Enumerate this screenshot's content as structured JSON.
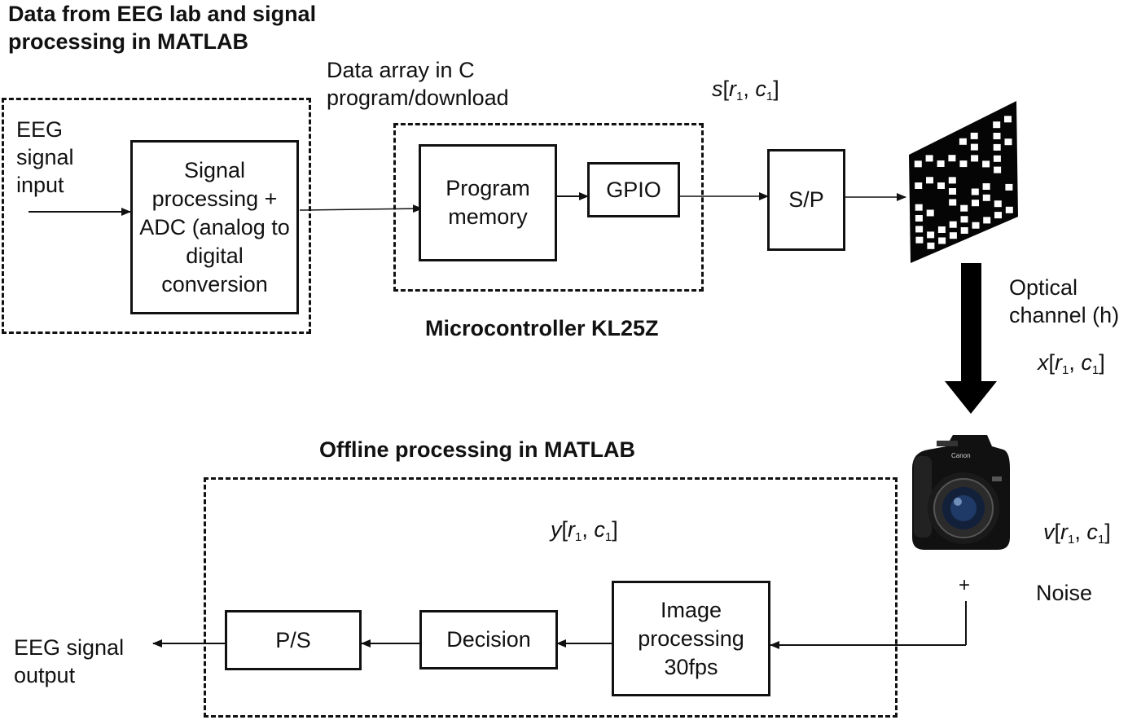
{
  "headings": {
    "eeg_lab": "Data from EEG lab and signal processing in MATLAB",
    "microcontroller": "Microcontroller KL25Z",
    "offline": "Offline processing in MATLAB"
  },
  "labels": {
    "eeg_input": "EEG signal input",
    "data_array": "Data array in C program/download",
    "optical_channel": "Optical channel (h)",
    "noise": "Noise",
    "plus": "+",
    "eeg_output": "EEG signal output"
  },
  "blocks": {
    "signal_processing": "Signal processing + ADC (analog to digital conversion",
    "program_memory": "Program memory",
    "gpio": "GPIO",
    "sp": "S/P",
    "image_processing": "Image processing 30fps",
    "decision": "Decision",
    "ps": "P/S"
  },
  "variables": {
    "s": {
      "sym": "s",
      "r": "r",
      "rsub": "1",
      "c": "c",
      "csub": "1"
    },
    "x": {
      "sym": "x",
      "r": "r",
      "rsub": "1",
      "c": "c",
      "csub": "1"
    },
    "v": {
      "sym": "v",
      "r": "r",
      "rsub": "1",
      "c": "c",
      "csub": "1"
    },
    "y": {
      "sym": "y",
      "r": "r",
      "rsub": "1",
      "c": "c",
      "csub": "1"
    }
  },
  "icons": {
    "led_matrix": "led-matrix-icon",
    "camera": "camera-icon",
    "camera_brand": "Canon"
  }
}
